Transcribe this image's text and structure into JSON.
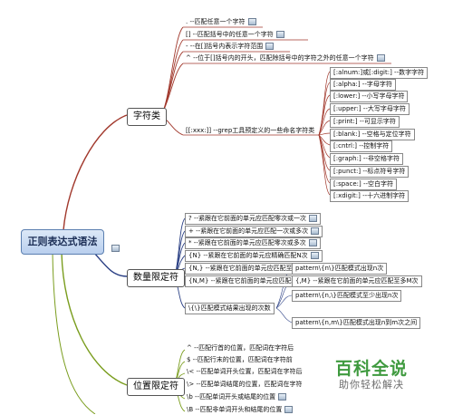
{
  "root": {
    "title": "正则表达式语法"
  },
  "branches": {
    "char_class": {
      "label": "字符类",
      "items": [
        ". --匹配任意一个字符",
        "[] --匹配括号中的任意一个字符",
        "- --在[]括号内表示字符范围",
        "^ --位于[]括号内的开头，匹配除括号中的字符之外的任意一个字符"
      ],
      "posix": {
        "label": "[[:xxx:]] --grep工具预定义的一些命名字符类",
        "items": [
          "[:alnum:]或[:digit:] --数字字符",
          "[:alpha:] --字母字符",
          "[:lower:] --小写字母字符",
          "[:upper:] --大写字母字符",
          "[:print:] --可显示字符",
          "[:blank:] --空格与定位字符",
          "[:cntrl:] --控制字符",
          "[:graph:] --非空格字符",
          "[:punct:] --标点符号字符",
          "[:space:] --空白字符",
          "[:xdigit:] --十六进制字符"
        ]
      }
    },
    "quantifier": {
      "label": "数量限定符",
      "items": [
        "? --紧跟在它前面的单元应匹配零次或一次",
        "+ --紧跟在它前面的单元应匹配一次或多次",
        "* --紧跟在它前面的单元应匹配零次或多次",
        "{N} --紧跟在它前面的单元应精确匹配N次",
        "{N,} --紧跟在它前面的单元应匹配至少N次",
        "{N,M} --紧跟在它前面的单元应匹配至少N次，至多M次"
      ],
      "escaped": {
        "label": "\\{\\}匹配模式结果出现的次数",
        "items": [
          "pattern\\{n\\}匹配模式出现n次",
          "{,M} --紧跟在它前面的单元应匹配至多M次",
          "pattern\\{n,\\}匹配模式至少出现n次",
          "pattern\\{n,m\\}匹配模式出现n到m次之间"
        ]
      }
    },
    "position": {
      "label": "位置限定符",
      "items": [
        "^ --匹配行首的位置，匹配词在字符后",
        "$ --匹配行末的位置，匹配词在字符前",
        "\\< --匹配单词开头位置，匹配词在字符后",
        "\\> --匹配单词结尾的位置，匹配词在字符",
        "\\b --匹配单词开头或结尾的位置",
        "\\B --匹配非单词开头和结尾的位置"
      ]
    }
  },
  "watermark": {
    "title": "百科全说",
    "subtitle": "助你轻松解决"
  },
  "colors": {
    "char_class_wire": "#a1382c",
    "quantifier_wire": "#2a3f84",
    "position_wire": "#7a9d1e"
  }
}
